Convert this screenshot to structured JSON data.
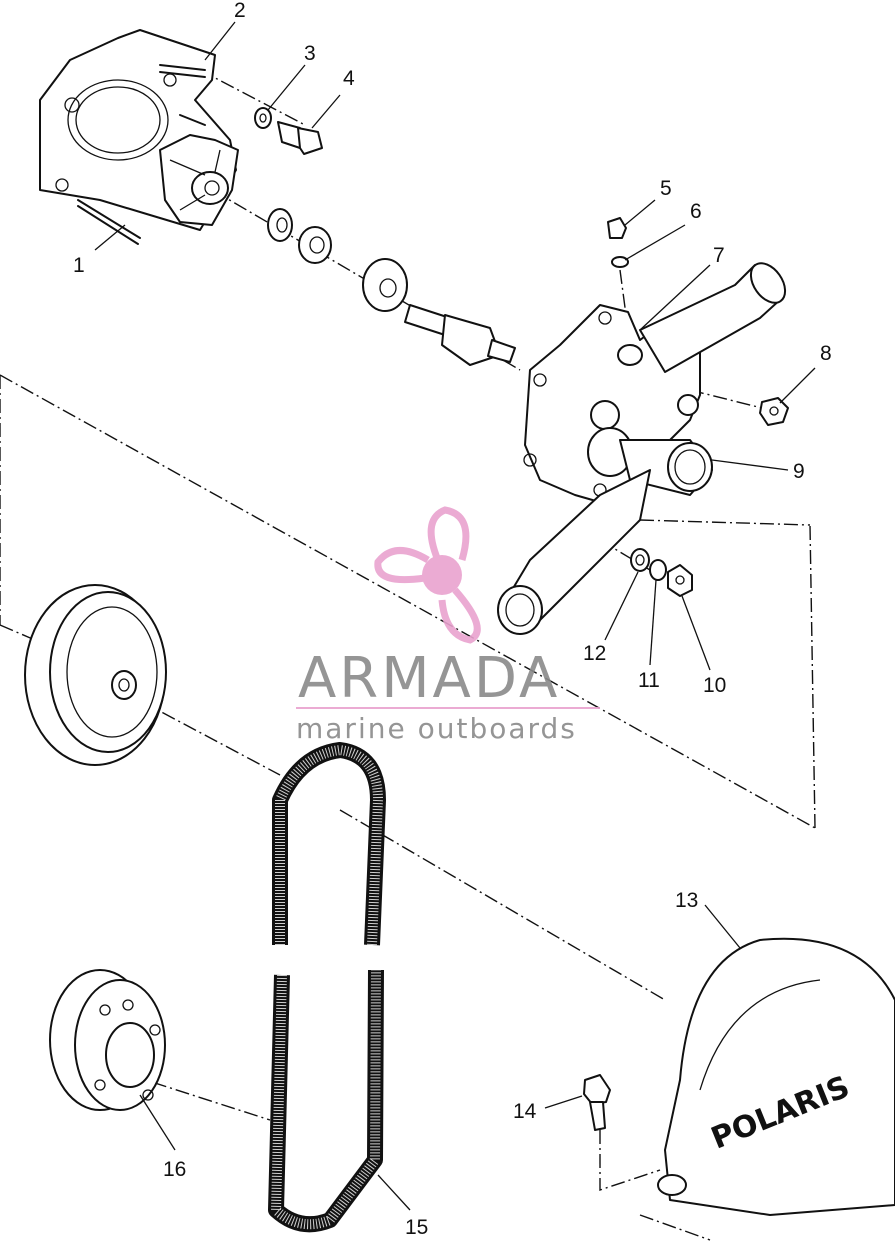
{
  "callouts": {
    "c1": "1",
    "c2": "2",
    "c3": "3",
    "c4": "4",
    "c5": "5",
    "c6": "6",
    "c7": "7",
    "c8": "8",
    "c9": "9",
    "c10": "10",
    "c11": "11",
    "c12": "12",
    "c13": "13",
    "c14": "14",
    "c15": "15",
    "c16": "16"
  },
  "watermark": {
    "brand": "ARMADA",
    "tagline": "marine outboards",
    "color": "#e9a3cf"
  },
  "cover_brand": "POLARIS"
}
